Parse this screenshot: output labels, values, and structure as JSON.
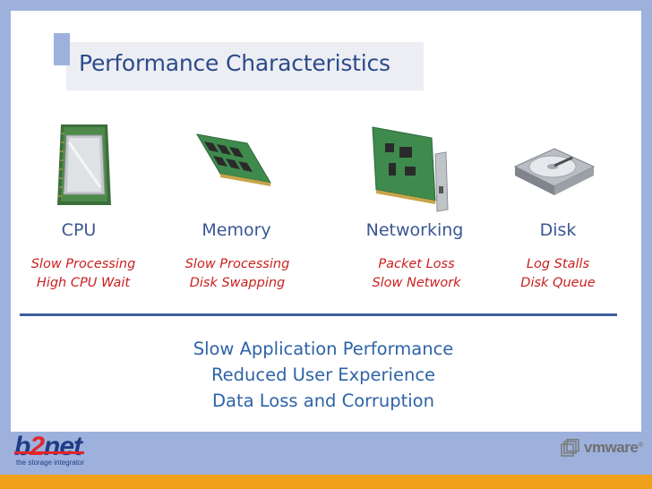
{
  "title": "Performance Characteristics",
  "columns": [
    {
      "name": "CPU",
      "icon": "cpu-chip-icon",
      "details": [
        "Slow Processing",
        "High CPU Wait"
      ]
    },
    {
      "name": "Memory",
      "icon": "memory-module-icon",
      "details": [
        "Slow Processing",
        "Disk Swapping"
      ]
    },
    {
      "name": "Networking",
      "icon": "network-card-icon",
      "details": [
        "Packet Loss",
        "Slow Network"
      ]
    },
    {
      "name": "Disk",
      "icon": "hard-disk-icon",
      "details": [
        "Log Stalls",
        "Disk Queue"
      ]
    }
  ],
  "impacts": [
    "Slow Application Performance",
    "Reduced User Experience",
    "Data Loss and Corruption"
  ],
  "logos": {
    "b2net": {
      "name_part1": "b",
      "name_part2": "2",
      "name_part3": "net",
      "tagline": "the storage integrator"
    },
    "vmware": {
      "name": "vmware",
      "registered": "®"
    }
  },
  "colors": {
    "background": "#9db1dc",
    "title": "#2d4a8a",
    "detail_text": "#c8211f",
    "impact_text": "#2e63a7",
    "footer_bar": "#f0a01a"
  }
}
